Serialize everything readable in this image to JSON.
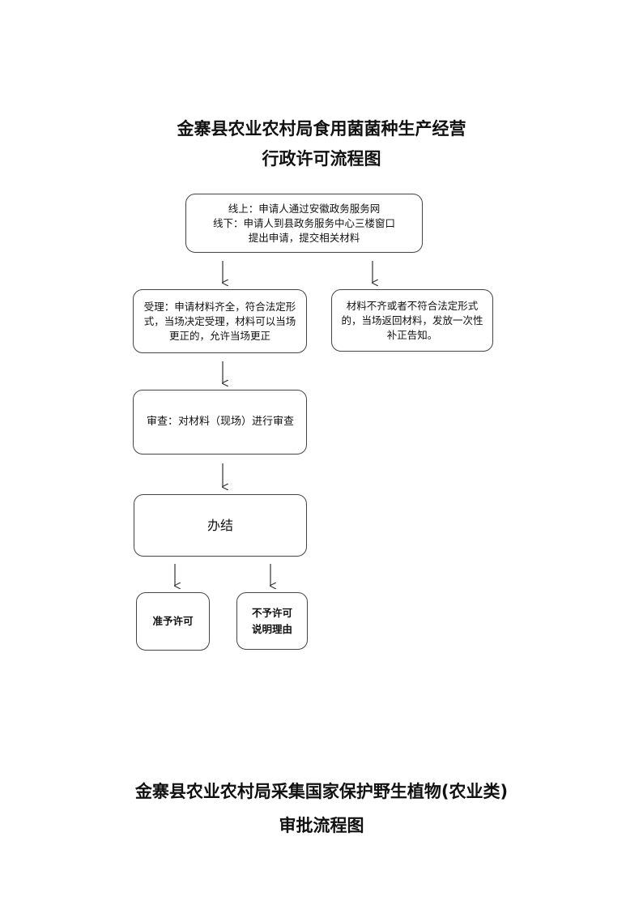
{
  "diagram1": {
    "title_line1": "金寨县农业农村局食用菌菌种生产经营",
    "title_line2": "行政许可流程图",
    "apply": {
      "line1": "线上：申请人通过安徽政务服务网",
      "line2": "线下：申请人到县政务服务中心三楼窗口",
      "line3": "提出申请，提交相关材料"
    },
    "accept": {
      "line1": "受理：申请材料齐全，符合法定形",
      "line2": "式，当场决定受理，材料可以当场",
      "line3": "更正的，允许当场更正"
    },
    "reject": {
      "line1": "材料不齐或者不符合法定形式",
      "line2": "的，当场返回材料，发放一次性",
      "line3": "补正告知。"
    },
    "review": "审查：对材料（现场）进行审查",
    "finish": "办结",
    "approve": "准予许可",
    "deny": {
      "line1": "不予许可",
      "line2": "说明理由"
    }
  },
  "diagram2": {
    "title_line1": "金寨县农业农村局采集国家保护野生植物(农业类)",
    "title_line2": "审批流程图"
  }
}
